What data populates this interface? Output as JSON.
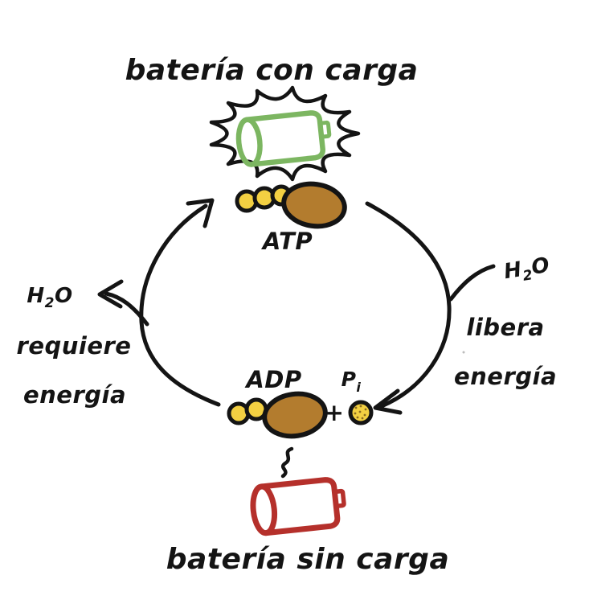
{
  "labels": {
    "top_caption": "batería con carga",
    "bottom_caption": "batería sin carga",
    "atp": "ATP",
    "adp": "ADP",
    "plus": "+",
    "left_process_line1": "requiere",
    "left_process_line2": "energía",
    "right_process_line1": "libera",
    "right_process_line2": "energía"
  },
  "molecules": {
    "water_left": {
      "base1": "H",
      "sub": "2",
      "base2": "O"
    },
    "water_right": {
      "base1": "H",
      "sub": "2",
      "base2": "O"
    },
    "inorganic_phosphate": {
      "base": "P",
      "sub": "i"
    }
  },
  "colors": {
    "ink": "#141414",
    "charged_battery_green": "#7cb661",
    "empty_battery_red": "#b5302b",
    "phosphate_yellow": "#f3d042",
    "adenosine_brown": "#b37c2e",
    "stipple_brown": "#8a6a20",
    "background": "#ffffff"
  }
}
